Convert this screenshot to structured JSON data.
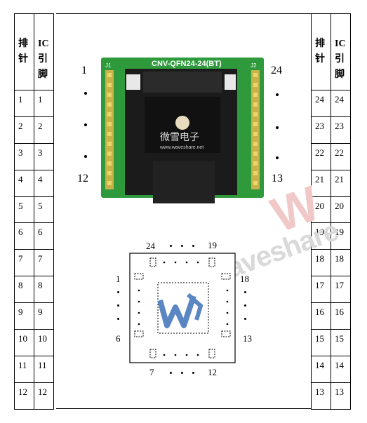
{
  "left_table": {
    "col1_header": "排针",
    "col2_header": "IC引脚",
    "rows": [
      [
        "1",
        "1"
      ],
      [
        "2",
        "2"
      ],
      [
        "3",
        "3"
      ],
      [
        "4",
        "4"
      ],
      [
        "5",
        "5"
      ],
      [
        "6",
        "6"
      ],
      [
        "7",
        "7"
      ],
      [
        "8",
        "8"
      ],
      [
        "9",
        "9"
      ],
      [
        "10",
        "10"
      ],
      [
        "11",
        "11"
      ],
      [
        "12",
        "12"
      ]
    ]
  },
  "right_table": {
    "col1_header": "排针",
    "col2_header": "IC引脚",
    "rows": [
      [
        "24",
        "24"
      ],
      [
        "23",
        "23"
      ],
      [
        "22",
        "22"
      ],
      [
        "21",
        "21"
      ],
      [
        "20",
        "20"
      ],
      [
        "19",
        "19"
      ],
      [
        "18",
        "18"
      ],
      [
        "17",
        "17"
      ],
      [
        "16",
        "16"
      ],
      [
        "15",
        "15"
      ],
      [
        "14",
        "14"
      ],
      [
        "13",
        "13"
      ]
    ]
  },
  "board": {
    "label_top_left": "1",
    "label_bottom_left": "12",
    "label_top_right": "24",
    "label_bottom_right": "13",
    "silkscreen_title": "CNV-QFN24-24(BT)",
    "j1_label": "J1",
    "j2_label": "J2",
    "brand_cn": "微雪电子",
    "brand_url": "www.waveshare.net"
  },
  "qfn_diagram": {
    "top_left_label": "24",
    "top_right_label": "19",
    "left_top_label": "1",
    "left_bottom_label": "6",
    "right_top_label": "18",
    "right_bottom_label": "13",
    "bottom_left_label": "7",
    "bottom_right_label": "12"
  },
  "watermark": {
    "text": "Waveshare"
  },
  "colors": {
    "pcb_green": "#2f9a3c",
    "socket_black": "#1b1b1b",
    "logo_blue": "#5b86c4",
    "watermark_red": "#e6a8a8"
  }
}
